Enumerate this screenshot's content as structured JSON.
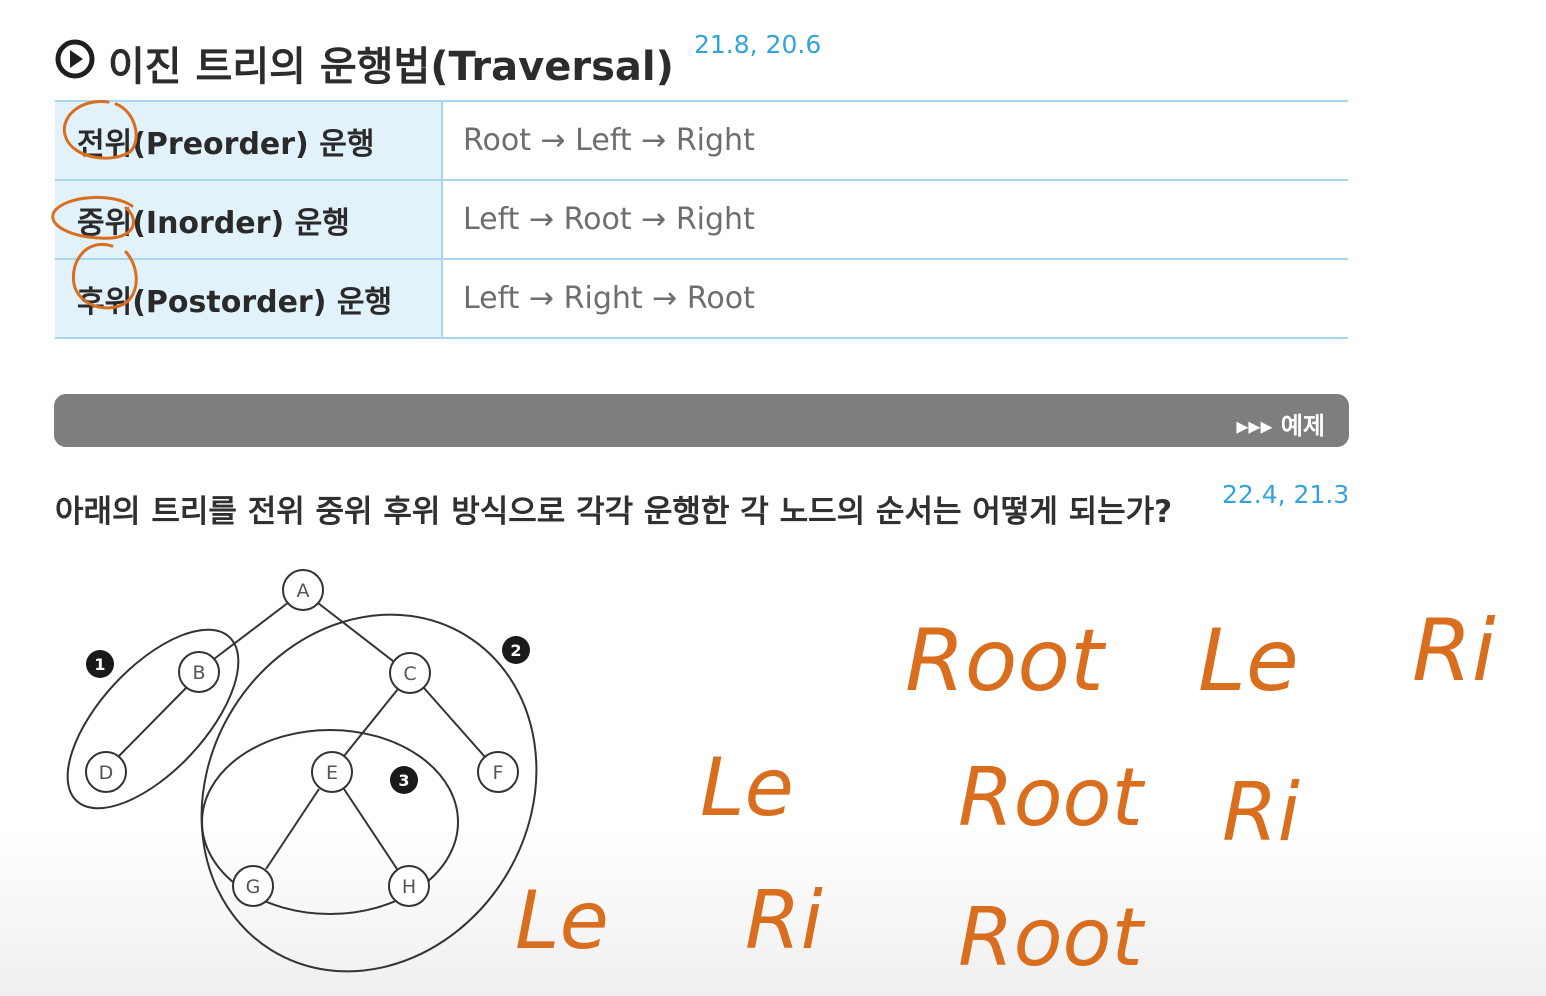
{
  "header": {
    "title": "이진 트리의 운행법(Traversal)",
    "refs": "21.8, 20.6"
  },
  "traversals": [
    {
      "name": "전위(Preorder) 운행",
      "order": "Root → Left → Right"
    },
    {
      "name": "중위(Inorder) 운행",
      "order": "Left → Root → Right"
    },
    {
      "name": "후위(Postorder) 운행",
      "order": "Left → Right → Root"
    }
  ],
  "example": {
    "label": "▸▸▸ 예제"
  },
  "question": {
    "text": "아래의 트리를 전위 중위 후위 방식으로 각각 운행한 각 노드의 순서는 어떻게 되는가?",
    "refs": "22.4, 21.3"
  },
  "tree": {
    "nodes": [
      "A",
      "B",
      "C",
      "D",
      "E",
      "F",
      "G",
      "H"
    ],
    "groups": [
      "1",
      "2",
      "3"
    ]
  },
  "handwriting": {
    "preorder": [
      "Root",
      "Le",
      "Ri"
    ],
    "inorder": [
      "Le",
      "Root",
      "Ri"
    ],
    "postorder": [
      "Le",
      "Ri",
      "Root"
    ]
  },
  "colors": {
    "accent_blue": "#34a3dd",
    "annotation_orange": "#d96e1f",
    "table_fill": "#e2f2fb"
  }
}
